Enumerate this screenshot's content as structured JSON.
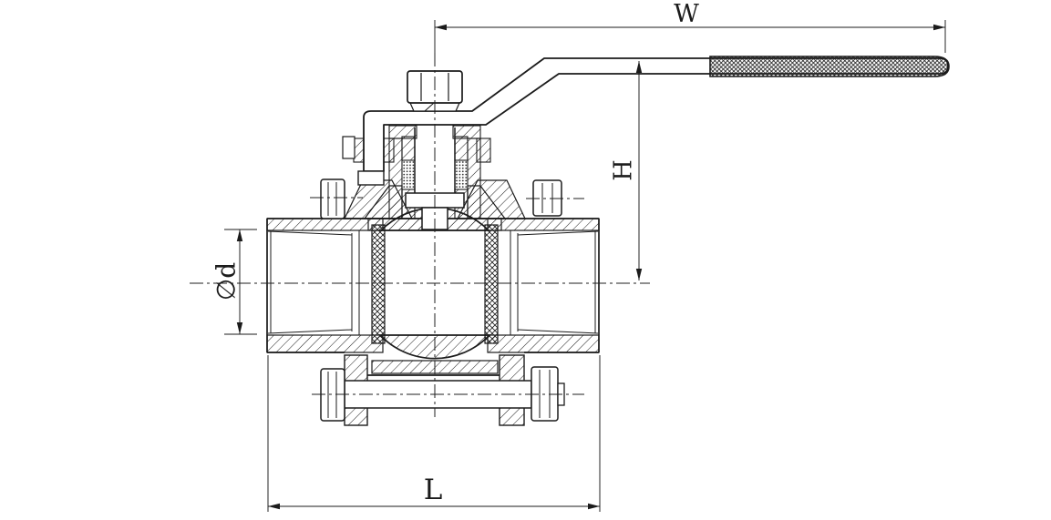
{
  "drawing": {
    "labels": {
      "width": "W",
      "height": "H",
      "diameter": "∅d",
      "length": "L"
    },
    "colors": {
      "line": "#1b1b1b",
      "background": "#ffffff"
    }
  }
}
